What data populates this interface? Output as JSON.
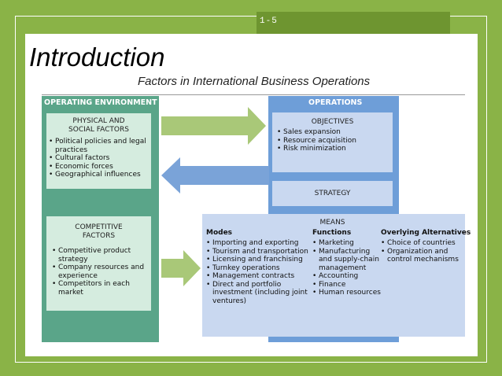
{
  "slide": {
    "number": "1-5",
    "title": "Introduction",
    "subtitle": "Factors in International Business Operations"
  },
  "colors": {
    "background_green": "#8ab347",
    "environment_teal": "#5aa589",
    "environment_box": "#d5ecdf",
    "operations_blue": "#6e9ed8",
    "operations_box": "#c9d8f0",
    "arrow_green": "#a9c878",
    "arrow_blue": "#7aa3d8"
  },
  "diagram": {
    "environment_header": "OPERATING ENVIRONMENT",
    "operations_header": "OPERATIONS",
    "physical": {
      "heading_line1": "PHYSICAL AND",
      "heading_line2": "SOCIAL FACTORS",
      "items": [
        "Political policies and legal practices",
        "Cultural factors",
        "Economic forces",
        "Geographical influences"
      ]
    },
    "competitive": {
      "heading_line1": "COMPETITIVE",
      "heading_line2": "FACTORS",
      "items": [
        "Competitive product strategy",
        "Company resources and experience",
        "Competitors in each market"
      ]
    },
    "objectives": {
      "heading": "OBJECTIVES",
      "items": [
        "Sales expansion",
        "Resource acquisition",
        "Risk minimization"
      ]
    },
    "strategy": {
      "heading": "STRATEGY"
    },
    "means": {
      "heading": "MEANS",
      "modes": {
        "heading": "Modes",
        "items": [
          "Importing and exporting",
          "Tourism and transportation",
          "Licensing and franchising",
          "Turnkey operations",
          "Management contracts",
          "Direct and portfolio investment (including joint ventures)"
        ]
      },
      "functions": {
        "heading": "Functions",
        "items": [
          "Marketing",
          "Manufacturing and supply-chain management",
          "Accounting",
          "Finance",
          "Human resources"
        ]
      },
      "alternatives": {
        "heading": "Overlying Alternatives",
        "items": [
          "Choice of countries",
          "Organization and control mechanisms"
        ]
      }
    }
  }
}
